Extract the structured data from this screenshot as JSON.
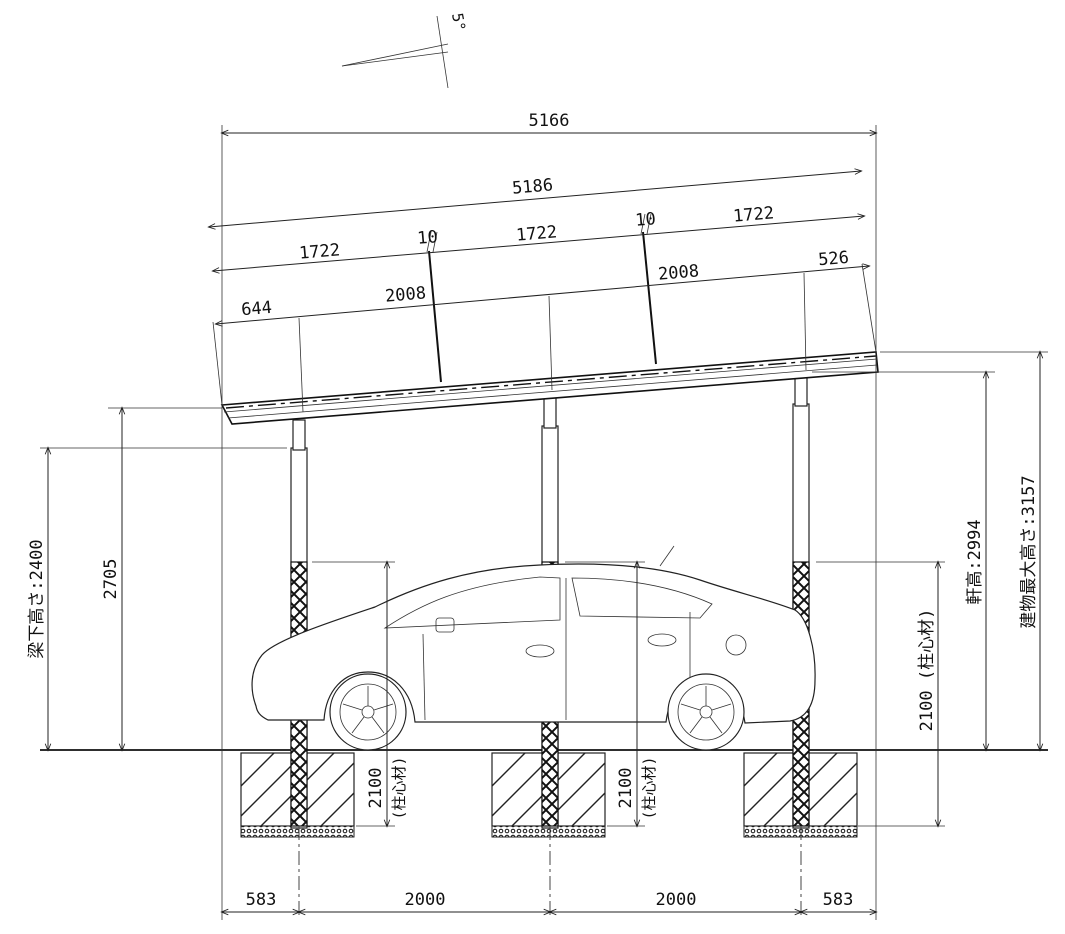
{
  "angle_label": "5°",
  "top_dims": {
    "overall_width": "5166",
    "roof_length": "5186",
    "panel_1": "1722",
    "gap_1": "10",
    "panel_2": "1722",
    "gap_2": "10",
    "panel_3": "1722",
    "overhang_left": "644",
    "span_1": "2008",
    "span_2": "2008",
    "overhang_right": "526"
  },
  "bottom_dims": {
    "left_edge": "583",
    "span_1": "2000",
    "span_2": "2000",
    "right_edge": "583"
  },
  "left_labels": {
    "beam_clearance": "梁下高さ:2400",
    "low_eave_height": "2705"
  },
  "right_labels": {
    "post_center_above": "2100 (柱心材)",
    "eave_height": "軒高:2994",
    "max_height": "建物最大高さ:3157"
  },
  "footing_labels": {
    "depth_value": "2100",
    "depth_note": "(柱心材)"
  }
}
